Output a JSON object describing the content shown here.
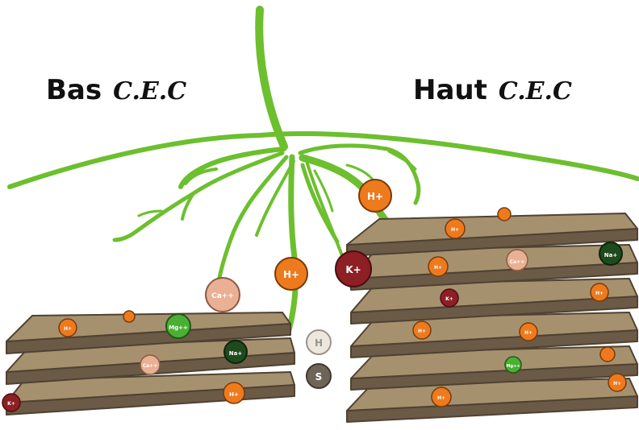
{
  "titles": {
    "left_label": "Bas",
    "left_cec": "C.E.C",
    "right_label": "Haut",
    "right_cec": "C.E.C"
  },
  "colors": {
    "root": "#6cbf2e",
    "plate_top": "#a6916f",
    "plate_side": "#6b5a45",
    "plate_edge": "#4f4232",
    "h_ion": "#ee7a1e",
    "k_ion": "#8e1f24",
    "ca_ion": "#eab093",
    "mg_ion": "#4caf34",
    "na_ion": "#1f4a1d",
    "white_ion": "#ece8e0",
    "s_ion": "#6f6458"
  },
  "ions": {
    "root_h_top": "H+",
    "root_h_mid": "H+",
    "root_k": "K+",
    "root_ca": "Ca++",
    "mid_white": "H",
    "mid_s": "S",
    "low_mg": "Mg++",
    "low_na": "Na+",
    "low_h1": "H+",
    "low_h2": "H+",
    "low_ca": "Ca++",
    "low_k": "K+",
    "high_h1": "H+",
    "high_na": "Na+",
    "high_ca": "Ca++",
    "high_h2": "H+",
    "high_k": "K+",
    "high_h3": "H+",
    "high_h4": "H+",
    "high_h5": "H+",
    "high_mg": "Mg++",
    "high_h6": "H+",
    "high_h7": "H+"
  }
}
